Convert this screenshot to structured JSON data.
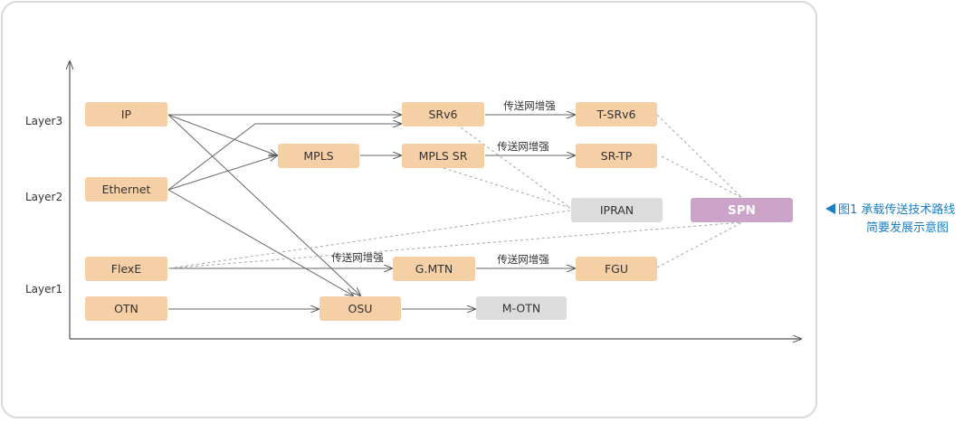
{
  "layers": [
    {
      "id": "layer3",
      "label": "Layer3"
    },
    {
      "id": "layer2",
      "label": "Layer2"
    },
    {
      "id": "layer1",
      "label": "Layer1"
    }
  ],
  "nodes": [
    {
      "id": "ip",
      "label": "IP",
      "style": "orange"
    },
    {
      "id": "ethernet",
      "label": "Ethernet",
      "style": "orange"
    },
    {
      "id": "flexe",
      "label": "FlexE",
      "style": "orange"
    },
    {
      "id": "otn",
      "label": "OTN",
      "style": "orange"
    },
    {
      "id": "mpls",
      "label": "MPLS",
      "style": "orange"
    },
    {
      "id": "srv6",
      "label": "SRv6",
      "style": "orange"
    },
    {
      "id": "mpls_sr",
      "label": "MPLS SR",
      "style": "orange"
    },
    {
      "id": "gmtn",
      "label": "G.MTN",
      "style": "orange"
    },
    {
      "id": "osu",
      "label": "OSU",
      "style": "orange"
    },
    {
      "id": "motn",
      "label": "M-OTN",
      "style": "gray"
    },
    {
      "id": "tsrv6",
      "label": "T-SRv6",
      "style": "orange"
    },
    {
      "id": "srtp",
      "label": "SR-TP",
      "style": "orange"
    },
    {
      "id": "ipran",
      "label": "IPRAN",
      "style": "gray"
    },
    {
      "id": "fgu",
      "label": "FGU",
      "style": "orange"
    },
    {
      "id": "spn",
      "label": "SPN",
      "style": "purple"
    }
  ],
  "edges": [
    {
      "from": "ip",
      "to": "srv6",
      "type": "arrow"
    },
    {
      "from": "ip",
      "to": "mpls",
      "type": "arrow"
    },
    {
      "from": "ip",
      "to": "osu",
      "type": "arrow"
    },
    {
      "from": "ethernet",
      "to": "srv6",
      "type": "arrow"
    },
    {
      "from": "ethernet",
      "to": "mpls",
      "type": "arrow"
    },
    {
      "from": "ethernet",
      "to": "osu",
      "type": "arrow"
    },
    {
      "from": "mpls",
      "to": "mpls_sr",
      "type": "arrow"
    },
    {
      "from": "srv6",
      "to": "tsrv6",
      "type": "arrow",
      "label": "传送网增强"
    },
    {
      "from": "mpls_sr",
      "to": "srtp",
      "type": "arrow",
      "label": "传送网增强"
    },
    {
      "from": "flexe",
      "to": "gmtn",
      "type": "arrow",
      "label": "传送网增强"
    },
    {
      "from": "gmtn",
      "to": "fgu",
      "type": "arrow",
      "label": "传送网增强"
    },
    {
      "from": "otn",
      "to": "osu",
      "type": "arrow"
    },
    {
      "from": "osu",
      "to": "motn",
      "type": "arrow"
    },
    {
      "from": "srv6",
      "to": "ipran",
      "type": "dashed"
    },
    {
      "from": "mpls_sr",
      "to": "ipran",
      "type": "dashed"
    },
    {
      "from": "ipran",
      "to": "flexe",
      "type": "dashed"
    },
    {
      "from": "tsrv6",
      "to": "spn",
      "type": "dashed"
    },
    {
      "from": "srtp",
      "to": "spn",
      "type": "dashed"
    },
    {
      "from": "fgu",
      "to": "spn",
      "type": "dashed"
    },
    {
      "from": "flexe",
      "to": "spn",
      "type": "dashed"
    }
  ],
  "caption": {
    "line1": "图1  承载传送技术路线",
    "line2": "简要发展示意图"
  },
  "colors": {
    "orange_node": "#f5cfa6",
    "gray_node": "#dcdcdc",
    "purple_node": "#cda4c9",
    "arrow_line": "#666666",
    "dashed_line": "#a6a6a6",
    "axis": "#555555",
    "caption": "#1c7fc4"
  }
}
